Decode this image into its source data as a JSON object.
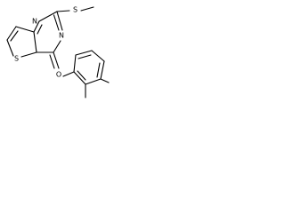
{
  "structure": {
    "atom_labels": {
      "sulfur_methylthio": "S",
      "sulfur_thiophene": "S",
      "nitrogen_top": "N",
      "nitrogen_right": "N",
      "oxygen_ether": "O"
    },
    "colors": {
      "bond": "#000000",
      "background": "#ffffff"
    }
  }
}
